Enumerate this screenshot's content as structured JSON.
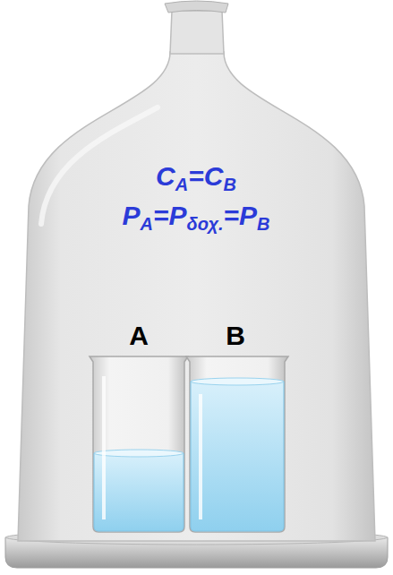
{
  "diagram": {
    "labels": [
      "C",
      "A",
      "=C",
      "B",
      "P",
      "A",
      "=P",
      "δοχ.",
      "=P",
      "B",
      "A",
      "B"
    ]
  }
}
